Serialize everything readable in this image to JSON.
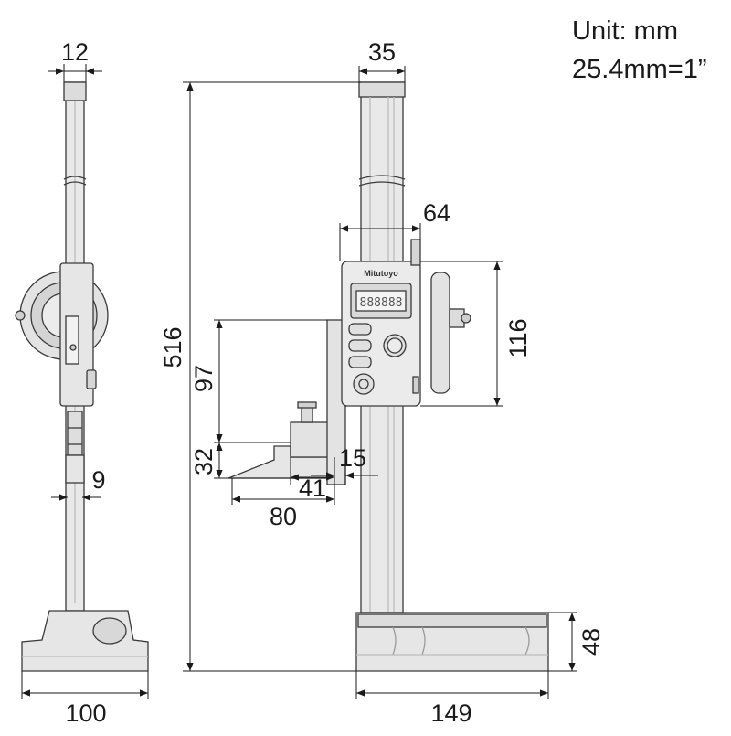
{
  "units": {
    "line1": "Unit: mm",
    "line2": "25.4mm=1”"
  },
  "device": {
    "brand": "Mitutoyo",
    "lcd_digits": "888888"
  },
  "dimensions": {
    "side_width_top": "12",
    "side_thickness": "9",
    "side_base_width": "100",
    "total_height": "516",
    "column_width": "35",
    "slider_width": "64",
    "head_height": "116",
    "scriber_reach": "97",
    "scriber_height": "32",
    "scriber_offset": "15",
    "scriber_length": "41",
    "scriber_base": "80",
    "base_height": "48",
    "base_length": "149"
  },
  "colors": {
    "part_fill": "#e9e9e9",
    "part_shade": "#d6d6d6",
    "outline": "#3a3a3a",
    "dim_line": "#1a1a1a"
  }
}
